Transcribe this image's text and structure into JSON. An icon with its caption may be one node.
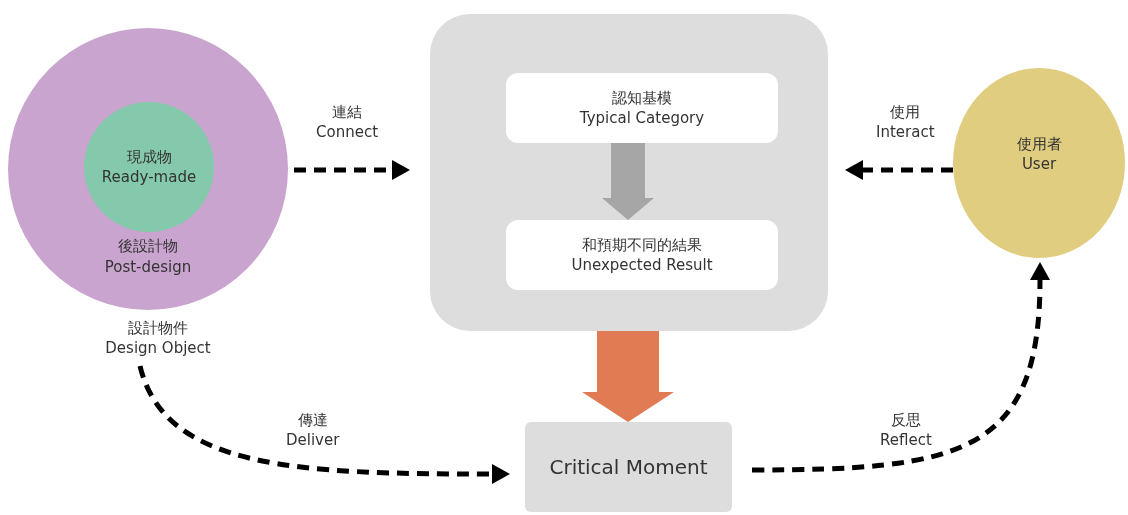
{
  "diagram": {
    "nodes": [
      {
        "text": [
          "後設計物",
          "Post-design"
        ],
        "beside": [
          "設計物件 Design Object"
        ]
      },
      {
        "text": [
          "現成物",
          "Ready-made"
        ],
        "in": 0
      },
      {
        "text": [],
        "shape": "box"
      },
      {
        "text": [
          "認知基模",
          "Typical Category"
        ],
        "in": 2
      },
      {
        "text": [
          "和預期不同的結果",
          "Unexpected Result"
        ],
        "in": 2
      },
      {
        "text": [
          "使用者",
          "User"
        ]
      },
      {
        "text": [
          "Critical Moment"
        ]
      }
    ],
    "edges": [
      {
        "from": 1,
        "to": 2,
        "arrow": "to",
        "label": "連結 Connect",
        "style": "dashed"
      },
      {
        "from": 5,
        "to": 2,
        "arrow": "to",
        "label": "使用 Interact",
        "style": "dashed"
      },
      {
        "from": 3,
        "to": 4,
        "arrow": "to",
        "style": "thick",
        "color": "#a6a6a6"
      },
      {
        "from": 2,
        "to": 6,
        "arrow": "to",
        "style": "thick",
        "color": "#e07b54"
      },
      {
        "from": 0,
        "to": 6,
        "arrow": "to",
        "label": "傳達 Deliver",
        "style": "dashed"
      },
      {
        "from": 6,
        "to": 5,
        "arrow": "to",
        "label": "反思 Reflect",
        "style": "dashed"
      }
    ]
  }
}
